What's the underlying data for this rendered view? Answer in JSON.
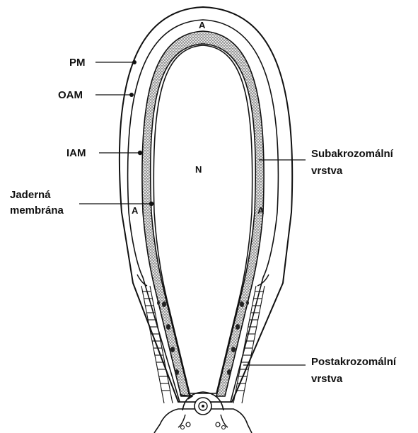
{
  "labels": {
    "pm": "PM",
    "oam": "OAM",
    "iam": "IAM",
    "jaderna_1": "Jaderná",
    "jaderna_2": "membrána",
    "subakro_1": "Subakrozomální",
    "subakro_2": "vrstva",
    "postakro_1": "Postakrozomální",
    "postakro_2": "vrstva",
    "region_a": "A",
    "nucleus": "N"
  },
  "colors": {
    "ink": "#111111",
    "background": "#ffffff",
    "granule": "#555555"
  }
}
